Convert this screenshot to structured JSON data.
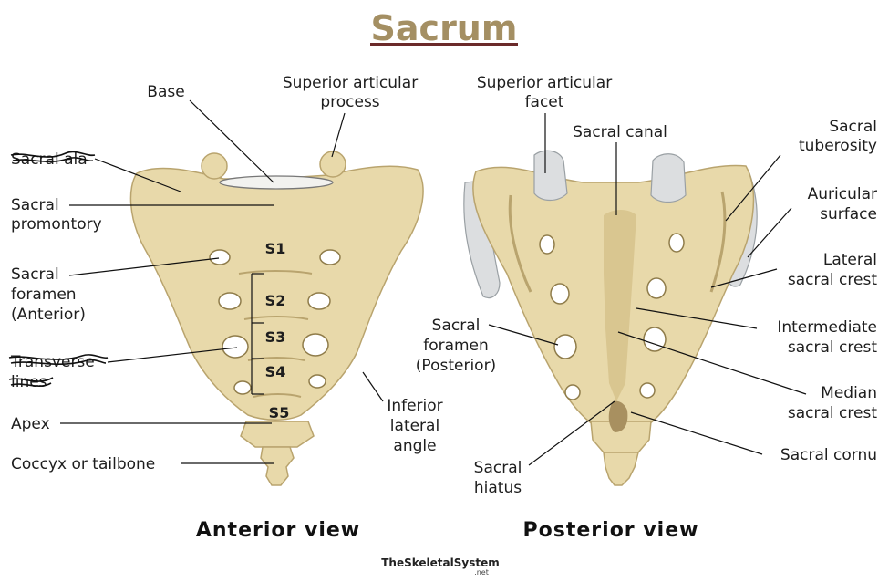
{
  "title": "Sacrum",
  "colors": {
    "title": "#a48f63",
    "title_underline": "#6b2a2a",
    "bone": "#e8d9aa",
    "cartilage": "#dcdee0"
  },
  "anterior": {
    "view_title": "Anterior view",
    "labels": {
      "base": "Base",
      "superior_articular_process_1": "Superior articular",
      "superior_articular_process_2": "process",
      "sacral_ala": "Sacral ala",
      "sacral_promontory_1": "Sacral",
      "sacral_promontory_2": "promontory",
      "sacral_foramen_1": "Sacral",
      "sacral_foramen_2": "foramen",
      "sacral_foramen_3": "(Anterior)",
      "transverse_lines_1": "Transverse",
      "transverse_lines_2": "lines",
      "apex": "Apex",
      "inferior_lateral_angle_1": "Inferior",
      "inferior_lateral_angle_2": "lateral",
      "inferior_lateral_angle_3": "angle",
      "coccyx": "Coccyx or tailbone"
    },
    "segments": [
      "S1",
      "S2",
      "S3",
      "S4",
      "S5"
    ]
  },
  "posterior": {
    "view_title": "Posterior view",
    "labels": {
      "superior_articular_facet_1": "Superior articular",
      "superior_articular_facet_2": "facet",
      "sacral_canal": "Sacral canal",
      "sacral_tuberosity_1": "Sacral",
      "sacral_tuberosity_2": "tuberosity",
      "auricular_surface_1": "Auricular",
      "auricular_surface_2": "surface",
      "lateral_sacral_crest_1": "Lateral",
      "lateral_sacral_crest_2": "sacral crest",
      "intermediate_sacral_crest_1": "Intermediate",
      "intermediate_sacral_crest_2": "sacral crest",
      "median_sacral_crest_1": "Median",
      "median_sacral_crest_2": "sacral crest",
      "sacral_cornu": "Sacral cornu",
      "sacral_foramen_1": "Sacral",
      "sacral_foramen_2": "foramen",
      "sacral_foramen_3": "(Posterior)",
      "sacral_hiatus_1": "Sacral",
      "sacral_hiatus_2": "hiatus"
    }
  },
  "brand": {
    "name": "TheSkeletalSystem",
    "suffix": ".net"
  }
}
